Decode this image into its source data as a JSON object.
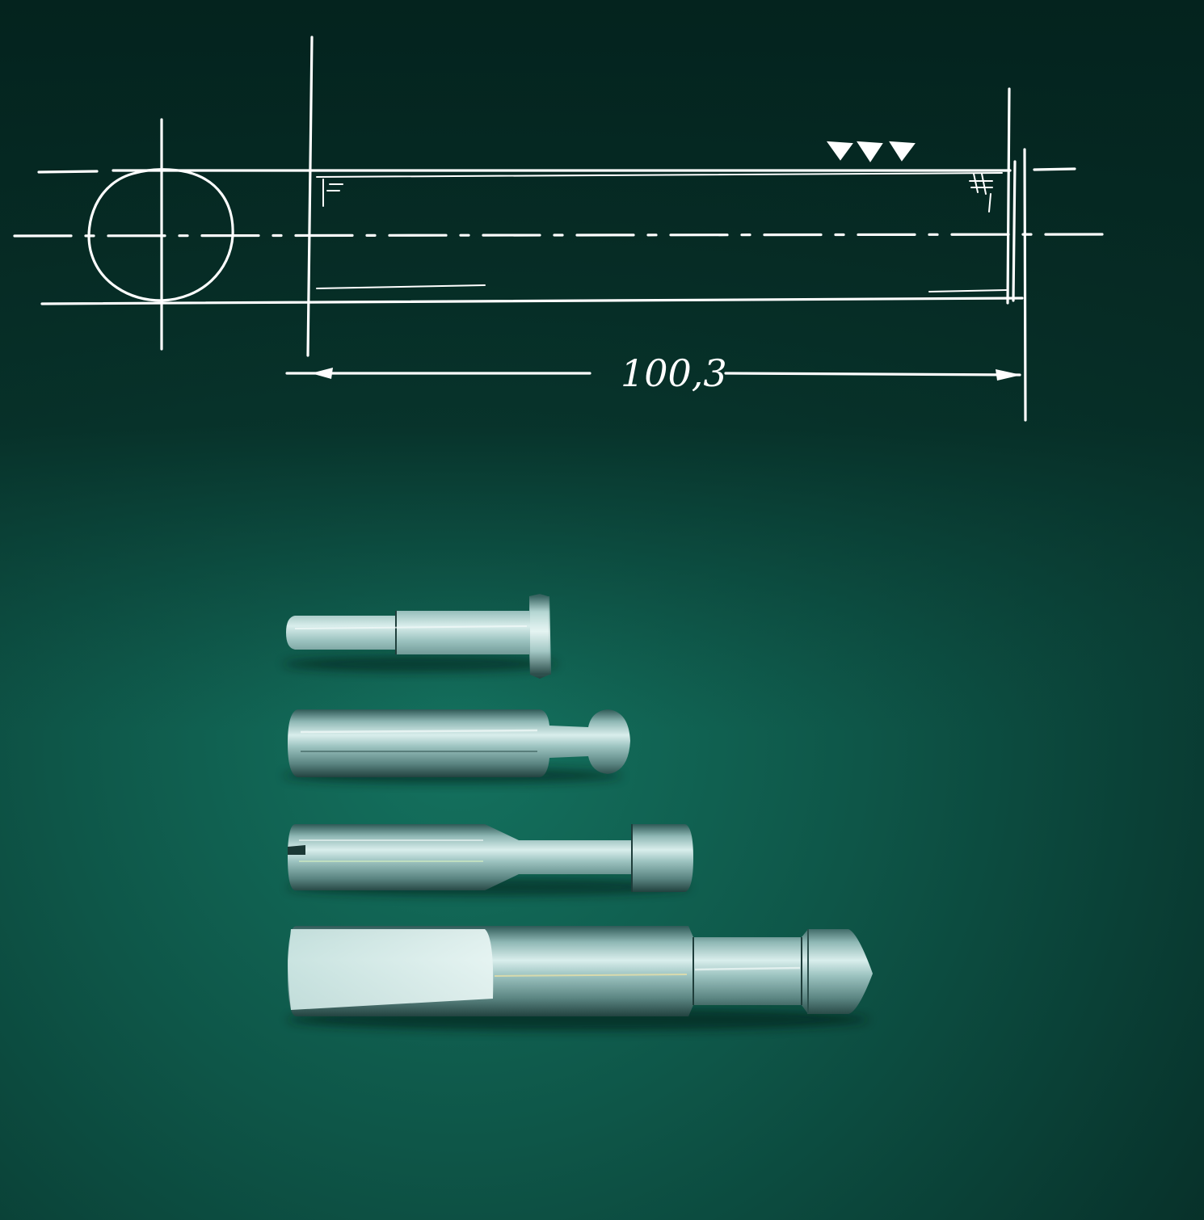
{
  "sketch": {
    "dimension_label": "100,3"
  },
  "colors": {
    "background_top": "#052a24",
    "background_mid": "#0d4a3f",
    "background_glow": "#13705f",
    "chalk": "#ffffff",
    "metal_light": "#d8ecea",
    "metal_mid": "#8fb5b3",
    "metal_dark": "#2d5552"
  },
  "objects": {
    "pins": [
      "ejector-pin-flanged",
      "pin-ball-head",
      "pin-slotted-head",
      "pin-flat-sided"
    ]
  }
}
